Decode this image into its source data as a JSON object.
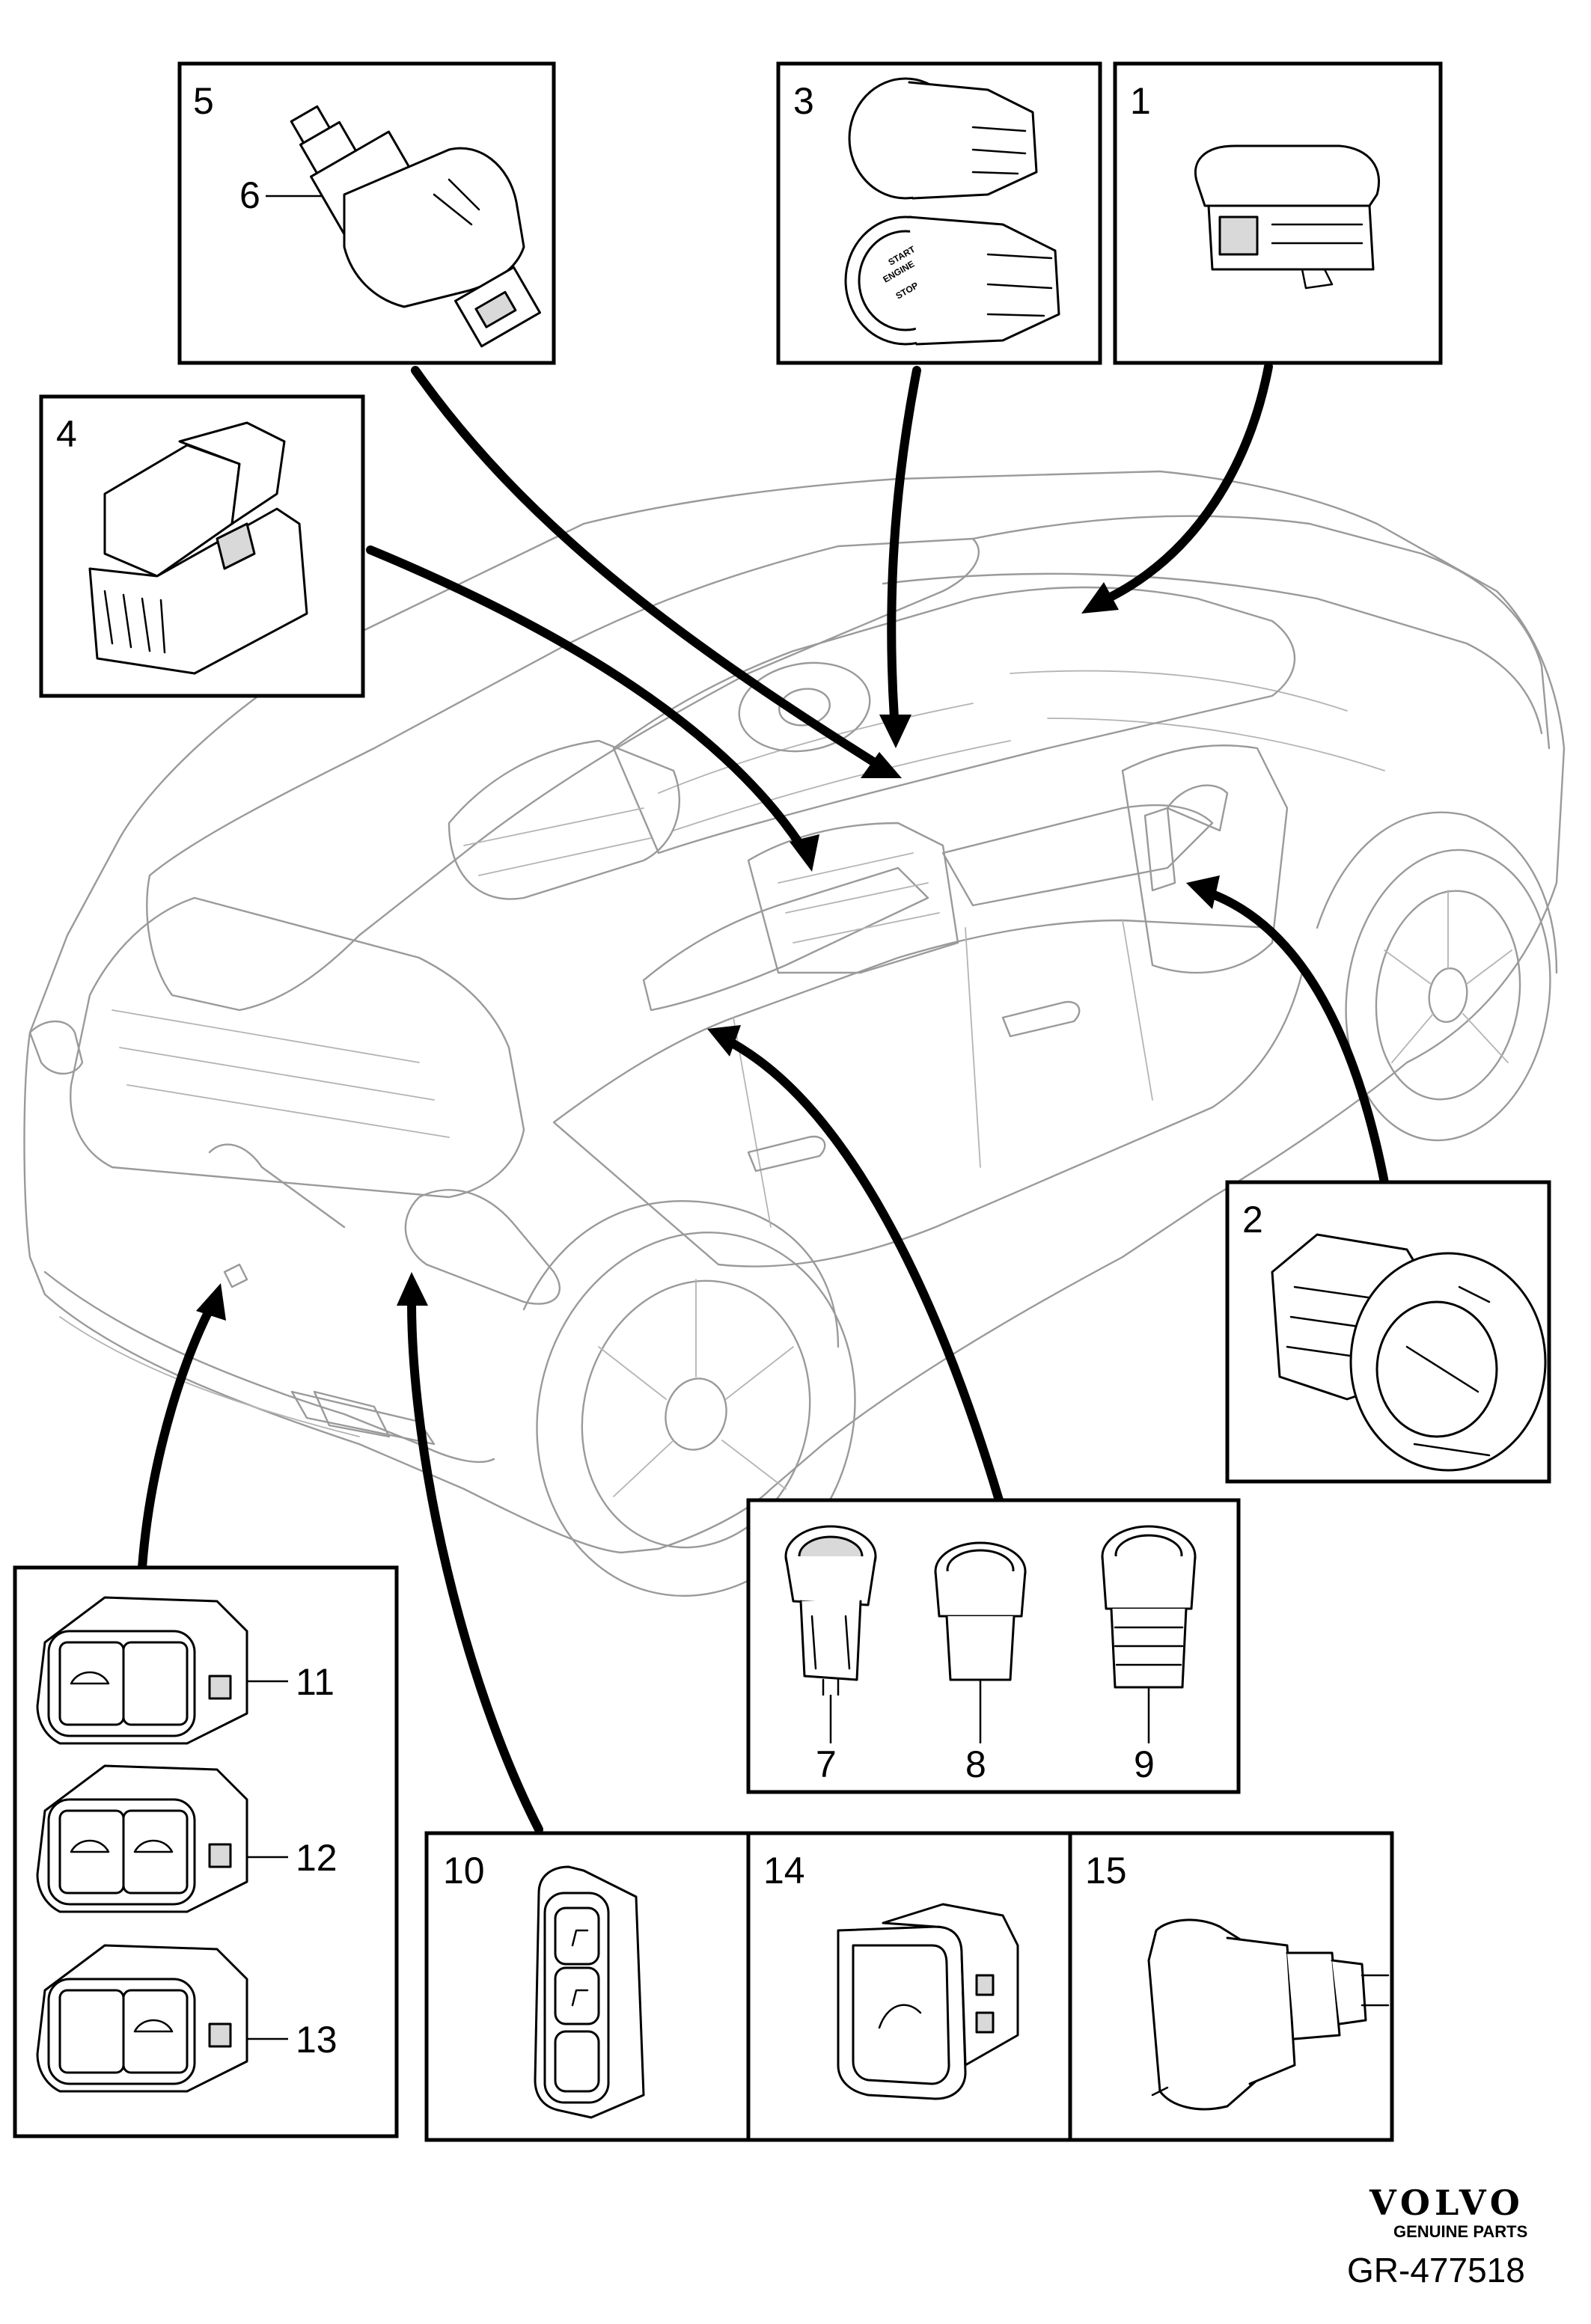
{
  "callouts": {
    "c1": "1",
    "c2": "2",
    "c3": "3",
    "c4": "4",
    "c5": "5",
    "c6": "6",
    "c7": "7",
    "c8": "8",
    "c9": "9",
    "c10": "10",
    "c11": "11",
    "c12": "12",
    "c13": "13",
    "c14": "14",
    "c15": "15"
  },
  "start_button": {
    "line1": "START",
    "line2": "ENGINE",
    "line3": "STOP"
  },
  "brand": {
    "logo": "VOLVO",
    "tagline": "GENUINE PARTS"
  },
  "reference": "GR-477518",
  "colors": {
    "line": "#000000",
    "car_outline": "#9a9a9a",
    "background": "#ffffff"
  }
}
